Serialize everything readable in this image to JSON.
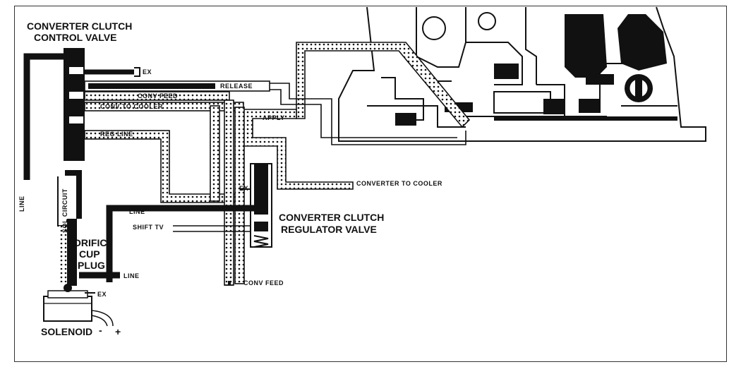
{
  "labels": {
    "ccc_valve_1": "CONVERTER CLUTCH",
    "ccc_valve_2": "CONTROL VALVE",
    "ex_top": "EX",
    "release": "RELEASE",
    "conv_feed_top": "CONV FEED",
    "conv_to_cooler": "CONV TO COOLER",
    "apply": "APPLY",
    "reg_line": "REG LINE",
    "ex_mid": "EX",
    "converter_to_cooler": "CONVERTER TO COOLER",
    "line_vertical": "LINE",
    "sol_circuit": "SOL CIRCUIT",
    "line_upper": "LINE",
    "shift_tv": "SHIFT TV",
    "ccr_valve_1": "CONVERTER CLUTCH",
    "ccr_valve_2": "REGULATOR VALVE",
    "orifice_1": "ORIFICF",
    "orifice_2": "CUP",
    "orifice_3": "PLUG",
    "line_lower": "LINE",
    "conv_feed_bottom": "CONV FEED",
    "ex_solenoid": "EX",
    "solenoid": "SOLENOID",
    "minus": "-",
    "plus": "+"
  }
}
